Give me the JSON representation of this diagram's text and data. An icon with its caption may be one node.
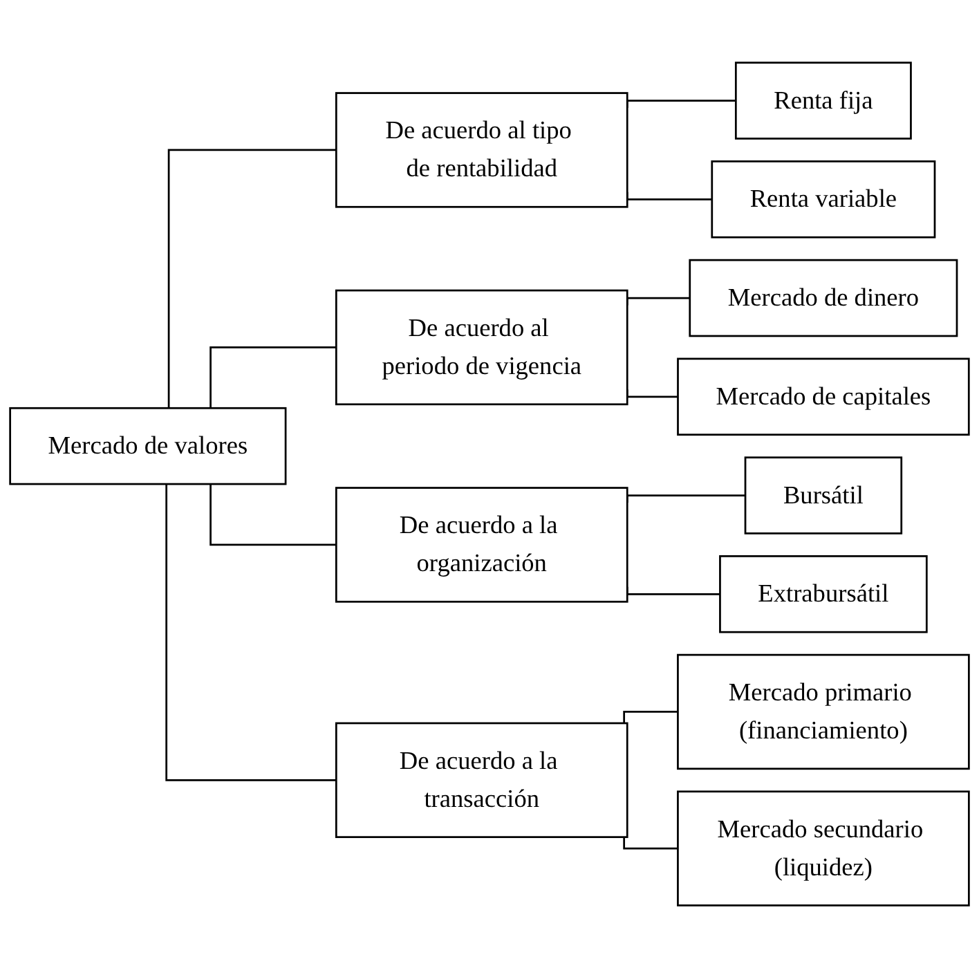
{
  "diagram": {
    "nodes": [
      {
        "text": [
          "Mercado de valores"
        ]
      },
      {
        "text": [
          "De acuerdo al tipo de rentabilidad"
        ]
      },
      {
        "text": [
          "Renta fija"
        ]
      },
      {
        "text": [
          "Renta variable"
        ]
      },
      {
        "text": [
          "De acuerdo al periodo de vigencia"
        ]
      },
      {
        "text": [
          "Mercado de dinero"
        ]
      },
      {
        "text": [
          "Mercado de capitales"
        ]
      },
      {
        "text": [
          "De acuerdo a la organización"
        ]
      },
      {
        "text": [
          "Bursátil"
        ]
      },
      {
        "text": [
          "Extrabursátil"
        ]
      },
      {
        "text": [
          "De acuerdo a la transacción"
        ]
      },
      {
        "text": [
          "Mercado primario (financiamiento)"
        ]
      },
      {
        "text": [
          "Mercado secundario (liquidez)"
        ]
      }
    ],
    "edges": [
      {
        "from": 0,
        "to": 1,
        "arrow": "none"
      },
      {
        "from": 1,
        "to": 2,
        "arrow": "none"
      },
      {
        "from": 1,
        "to": 3,
        "arrow": "none"
      },
      {
        "from": 0,
        "to": 4,
        "arrow": "none"
      },
      {
        "from": 4,
        "to": 5,
        "arrow": "none"
      },
      {
        "from": 4,
        "to": 6,
        "arrow": "none"
      },
      {
        "from": 0,
        "to": 7,
        "arrow": "none"
      },
      {
        "from": 7,
        "to": 8,
        "arrow": "none"
      },
      {
        "from": 7,
        "to": 9,
        "arrow": "none"
      },
      {
        "from": 0,
        "to": 10,
        "arrow": "none"
      },
      {
        "from": 10,
        "to": 11,
        "arrow": "none"
      },
      {
        "from": 10,
        "to": 12,
        "arrow": "none"
      }
    ]
  }
}
